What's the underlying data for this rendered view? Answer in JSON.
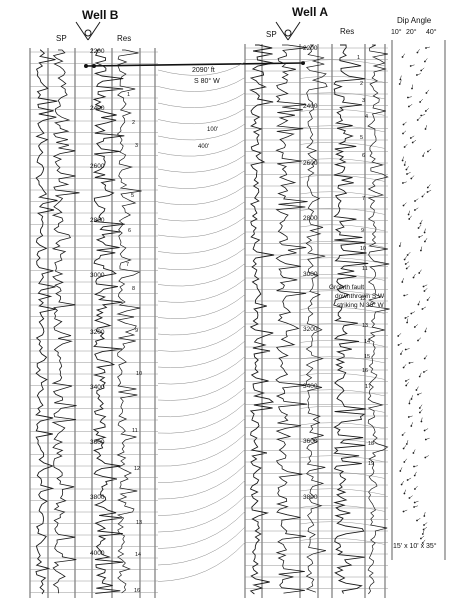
{
  "well_b": {
    "title": "Well B",
    "sp_label": "SP",
    "res_label": "Res",
    "depths": [
      "2200",
      "2400",
      "2600",
      "2800",
      "3000",
      "3200",
      "3400",
      "3600",
      "3800",
      "4000"
    ],
    "zone_numbers": [
      "1",
      "2",
      "3",
      "5",
      "6",
      "7",
      "8",
      "9",
      "10",
      "11",
      "12",
      "13",
      "14",
      "16"
    ]
  },
  "well_a": {
    "title": "Well A",
    "sp_label": "SP",
    "res_label": "Res",
    "depths": [
      "2200",
      "2400",
      "2600",
      "2800",
      "3000",
      "3200",
      "3400",
      "3600",
      "3800"
    ],
    "zone_numbers": [
      "1",
      "2",
      "3",
      "4",
      "5",
      "6",
      "7",
      "9",
      "10",
      "11",
      "12",
      "13",
      "14",
      "15",
      "16",
      "17",
      "18",
      "19"
    ]
  },
  "dip_panel": {
    "title": "Dip Angle",
    "scale": [
      "10°",
      "20°",
      "40°"
    ],
    "scale_note": "15' x 10' x 35°"
  },
  "correlation": {
    "distance": "2090' ft",
    "bearing": "S 80° W",
    "offset_a": "100'",
    "offset_b": "400'"
  },
  "fault_note": {
    "line1": "Growth fault",
    "line2": "downthrown S W",
    "line3": "striking N 30° W"
  },
  "colors": {
    "ink": "#1a1a1a",
    "paper": "#ffffff",
    "faint": "#8a8a8a"
  }
}
